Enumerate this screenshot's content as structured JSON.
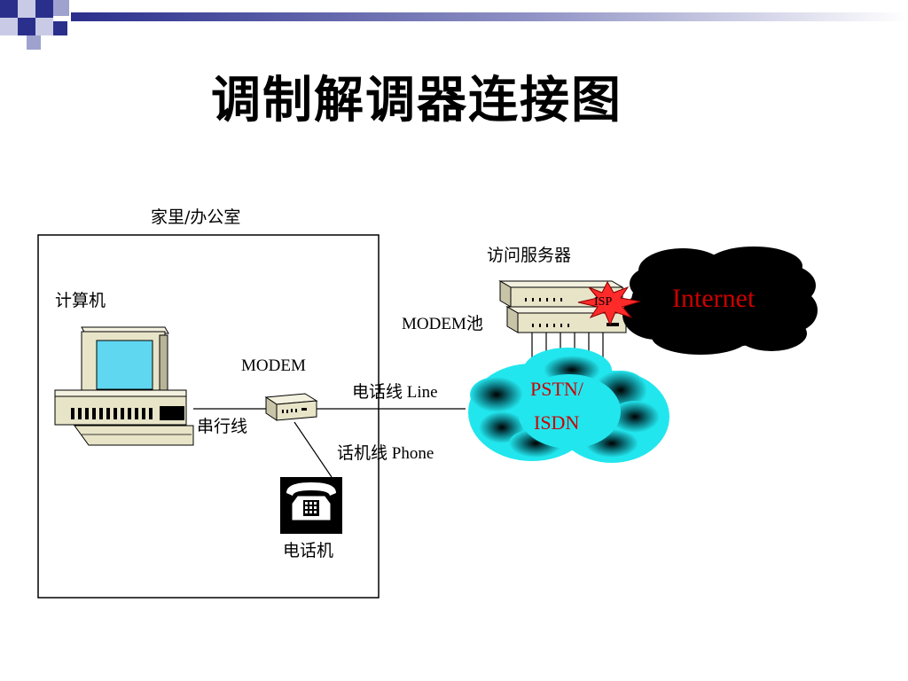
{
  "title": "调制解调器连接图",
  "labels": {
    "home_office": "家里/办公室",
    "computer": "计算机",
    "modem": "MODEM",
    "serial_line": "串行线",
    "telephone": "电话机",
    "phone_line": "电话线 Line",
    "phone_cord": "话机线 Phone",
    "access_server": "访问服务器",
    "modem_pool": "MODEM池",
    "pstn_line1": "PSTN/",
    "pstn_line2": "ISDN",
    "isp": "ISP",
    "internet": "Internet"
  },
  "colors": {
    "pstn_cloud": "#22e6ee",
    "internet_cloud": "#000000",
    "accent_red": "#cc0000",
    "isp_burst": "#ff2a2a",
    "monitor_screen": "#5fd7f0",
    "device_beige": "#e8e4c8"
  },
  "icons": [
    "computer-icon",
    "modem-icon",
    "telephone-icon",
    "access-server-icon",
    "cloud-icon"
  ]
}
